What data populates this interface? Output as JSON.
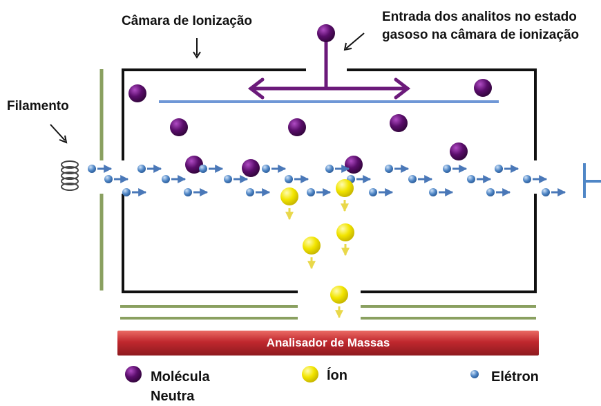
{
  "labels": {
    "chamber": "Câmara de Ionização",
    "inlet": "Entrada dos analitos no estado\ngasoso na câmara de ionização",
    "filament": "Filamento",
    "analyzer": "Analisador de Massas"
  },
  "legend": {
    "molecule": "Molécula\nNeutra",
    "ion": "Íon",
    "electron": "Elétron"
  },
  "colors": {
    "molecule": "#5a0d6b",
    "ion": "#f2e500",
    "electron": "#4f86c6",
    "chamber_wall": "#111111",
    "repeller_plate": "#6f97d6",
    "green_plates": "#8aa060",
    "analyzer": "#c0282e",
    "flow_arrow": "#6b1a7a",
    "electron_arrow": "#4a78b8",
    "ion_arrow": "#e9d84a"
  },
  "icons": {
    "filament": "coil-icon",
    "collector": "collector-bracket-icon"
  }
}
